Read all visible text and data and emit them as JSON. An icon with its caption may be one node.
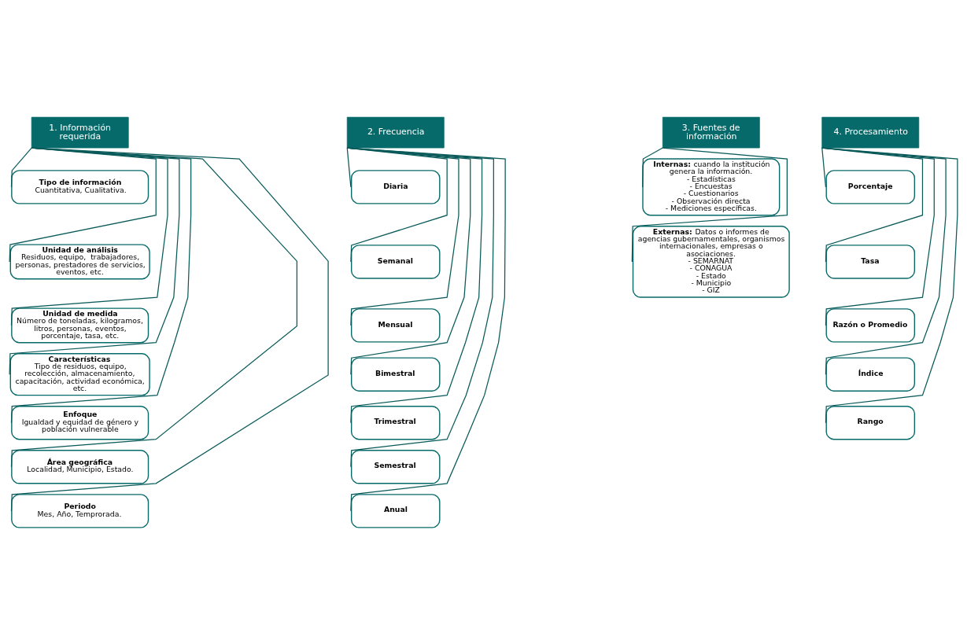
{
  "diagram": {
    "nodes": [
      {
        "text": [
          "1. Información requerida"
        ]
      },
      {
        "text": [
          "Tipo de información",
          "Cuantitativa, Cualitativa."
        ]
      },
      {
        "text": [
          "Unidad de análisis",
          "Residuos, equipo,  trabajadores, personas, prestadores de servicios, eventos, etc."
        ]
      },
      {
        "text": [
          "Unidad de medida",
          "Número de toneladas, kilogramos, litros, personas, eventos, porcentaje, tasa, etc."
        ]
      },
      {
        "text": [
          "Características",
          "Tipo de residuos, equipo, recolección, almacenamiento, capacitación, actividad económica, etc."
        ]
      },
      {
        "text": [
          "Enfoque",
          "Igualdad y equidad de género y población vulnerable"
        ]
      },
      {
        "text": [
          "Área geográfica",
          "Localidad, Municipio, Estado."
        ]
      },
      {
        "text": [
          "Periodo",
          "Mes, Año, Temprorada."
        ]
      },
      {
        "text": [
          "2. Frecuencia"
        ]
      },
      {
        "text": [
          "Diaria"
        ]
      },
      {
        "text": [
          "Semanal"
        ]
      },
      {
        "text": [
          "Mensual"
        ]
      },
      {
        "text": [
          "Bimestral"
        ]
      },
      {
        "text": [
          "Trimestral"
        ]
      },
      {
        "text": [
          "Semestral"
        ]
      },
      {
        "text": [
          "Anual"
        ]
      },
      {
        "text": [
          "3. Fuentes de información"
        ]
      },
      {
        "text": [
          "**Internas:** cuando la institución genera la información.",
          "- Estadísticas",
          "- Encuestas",
          "- Cuestionarios",
          "- Observación directa",
          "- Mediciones específicas."
        ]
      },
      {
        "text": [
          "**Externas:** Datos o informes de agencias gubernamentales, organismos internacionales, empresas o asociaciones.",
          "- SEMARNAT",
          "- CONAGUA",
          "- Estado",
          "- Municipio",
          "- GIZ"
        ]
      },
      {
        "text": [
          "4. Procesamiento"
        ]
      },
      {
        "text": [
          "Porcentaje"
        ]
      },
      {
        "text": [
          "Tasa"
        ]
      },
      {
        "text": [
          "Razón o Promedio"
        ]
      },
      {
        "text": [
          "Índice"
        ]
      },
      {
        "text": [
          "Rango"
        ]
      }
    ],
    "edges": [
      {
        "from": 0,
        "to": 1,
        "arrow": "none"
      },
      {
        "from": 0,
        "to": 2,
        "arrow": "none"
      },
      {
        "from": 0,
        "to": 3,
        "arrow": "none"
      },
      {
        "from": 0,
        "to": 4,
        "arrow": "none"
      },
      {
        "from": 0,
        "to": 5,
        "arrow": "none"
      },
      {
        "from": 0,
        "to": 6,
        "arrow": "none"
      },
      {
        "from": 0,
        "to": 7,
        "arrow": "none"
      },
      {
        "from": 8,
        "to": 9,
        "arrow": "none"
      },
      {
        "from": 8,
        "to": 10,
        "arrow": "none"
      },
      {
        "from": 8,
        "to": 11,
        "arrow": "none"
      },
      {
        "from": 8,
        "to": 12,
        "arrow": "none"
      },
      {
        "from": 8,
        "to": 13,
        "arrow": "none"
      },
      {
        "from": 8,
        "to": 14,
        "arrow": "none"
      },
      {
        "from": 8,
        "to": 15,
        "arrow": "none"
      },
      {
        "from": 16,
        "to": 17,
        "arrow": "none"
      },
      {
        "from": 16,
        "to": 18,
        "arrow": "none"
      },
      {
        "from": 19,
        "to": 20,
        "arrow": "none"
      },
      {
        "from": 19,
        "to": 21,
        "arrow": "none"
      },
      {
        "from": 19,
        "to": 22,
        "arrow": "none"
      },
      {
        "from": 19,
        "to": 23,
        "arrow": "none"
      },
      {
        "from": 19,
        "to": 24,
        "arrow": "none"
      }
    ]
  }
}
